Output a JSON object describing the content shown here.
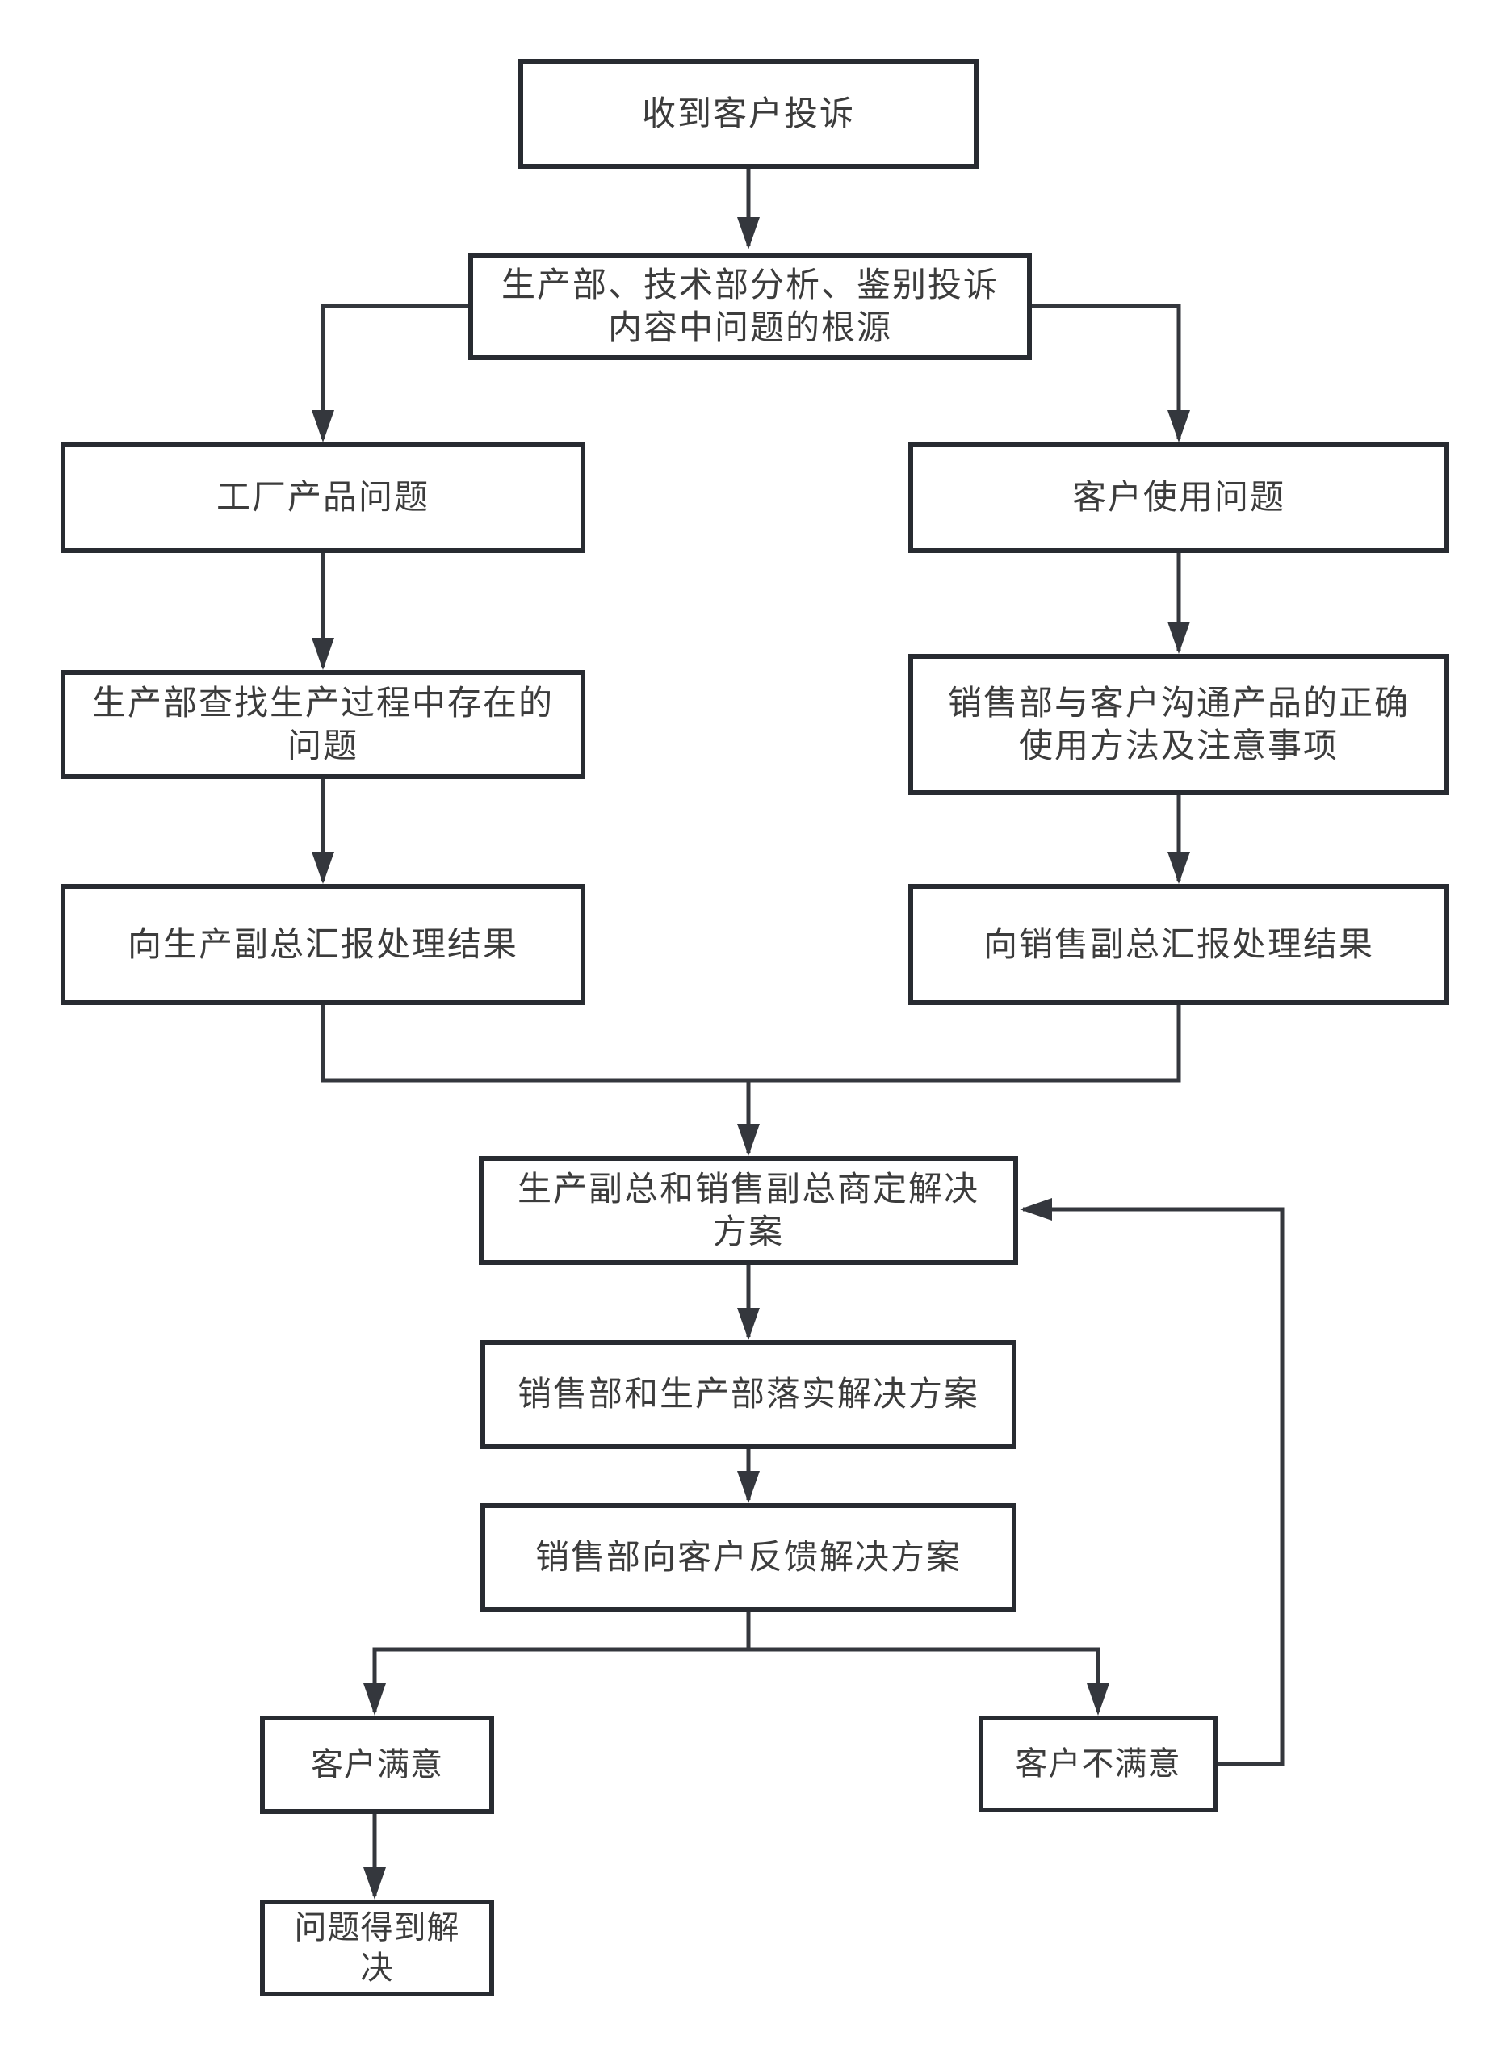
{
  "diagram": {
    "title": "customer-complaint-handling-flowchart",
    "type": "flowchart",
    "direction": "top-down",
    "colors": {
      "background": "#ffffff",
      "node_fill": "#ffffff",
      "node_border": "#282b31",
      "connector": "#34373d",
      "text": "#3c3c3c"
    },
    "nodes": [
      {
        "id": "receive-complaint",
        "label": "收到客户投诉"
      },
      {
        "id": "analyze-root-cause",
        "label": "生产部、技术部分析、鉴别投诉\n内容中问题的根源"
      },
      {
        "id": "factory-product-issue",
        "label": "工厂产品问题"
      },
      {
        "id": "customer-usage-issue",
        "label": "客户使用问题"
      },
      {
        "id": "find-production-problems",
        "label": "生产部查找生产过程中存在的\n问题"
      },
      {
        "id": "communicate-usage",
        "label": "销售部与客户沟通产品的正确\n使用方法及注意事项"
      },
      {
        "id": "report-production-vp",
        "label": "向生产副总汇报处理结果"
      },
      {
        "id": "report-sales-vp",
        "label": "向销售副总汇报处理结果"
      },
      {
        "id": "agree-solution",
        "label": "生产副总和销售副总商定解决\n方案"
      },
      {
        "id": "implement-solution",
        "label": "销售部和生产部落实解决方案"
      },
      {
        "id": "feedback-solution",
        "label": "销售部向客户反馈解决方案"
      },
      {
        "id": "customer-satisfied",
        "label": "客户满意"
      },
      {
        "id": "customer-unsatisfied",
        "label": "客户不满意"
      },
      {
        "id": "problem-resolved",
        "label": "问题得到解\n决"
      }
    ],
    "edges": [
      {
        "from": "receive-complaint",
        "to": "analyze-root-cause",
        "arrow": true
      },
      {
        "from": "analyze-root-cause",
        "to": "factory-product-issue",
        "arrow": true
      },
      {
        "from": "analyze-root-cause",
        "to": "customer-usage-issue",
        "arrow": true
      },
      {
        "from": "factory-product-issue",
        "to": "find-production-problems",
        "arrow": true
      },
      {
        "from": "customer-usage-issue",
        "to": "communicate-usage",
        "arrow": true
      },
      {
        "from": "find-production-problems",
        "to": "report-production-vp",
        "arrow": true
      },
      {
        "from": "communicate-usage",
        "to": "report-sales-vp",
        "arrow": true
      },
      {
        "from": "report-production-vp",
        "to": "agree-solution",
        "arrow": true
      },
      {
        "from": "report-sales-vp",
        "to": "agree-solution",
        "arrow": true
      },
      {
        "from": "agree-solution",
        "to": "implement-solution",
        "arrow": true
      },
      {
        "from": "implement-solution",
        "to": "feedback-solution",
        "arrow": true
      },
      {
        "from": "feedback-solution",
        "to": "customer-satisfied",
        "arrow": true
      },
      {
        "from": "feedback-solution",
        "to": "customer-unsatisfied",
        "arrow": true
      },
      {
        "from": "customer-satisfied",
        "to": "problem-resolved",
        "arrow": true
      },
      {
        "from": "customer-unsatisfied",
        "to": "agree-solution",
        "arrow": true
      }
    ]
  }
}
